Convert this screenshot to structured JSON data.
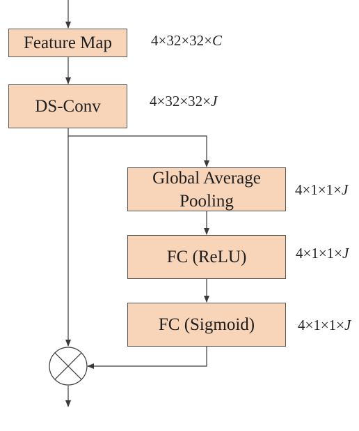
{
  "diagram": {
    "node_fill": "#f8d5b8",
    "line_color": "#3a3a3a",
    "nodes": {
      "feature_map": "Feature Map",
      "ds_conv": "DS-Conv",
      "global_avg_pool": "Global Average Pooling",
      "fc_relu": "FC (ReLU)",
      "fc_sigmoid": "FC (Sigmoid)"
    },
    "dims": {
      "feature_map": {
        "prefix": "4×32×32×",
        "var": "C"
      },
      "ds_conv": {
        "prefix": "4×32×32×",
        "var": "J"
      },
      "global_avg_pool": {
        "prefix": "4×1×1×",
        "var": "J"
      },
      "fc_relu": {
        "prefix": "4×1×1×",
        "var": "J"
      },
      "fc_sigmoid": {
        "prefix": "4×1×1×",
        "var": "J"
      }
    },
    "multiply_symbol": "elementwise-multiply-icon"
  }
}
